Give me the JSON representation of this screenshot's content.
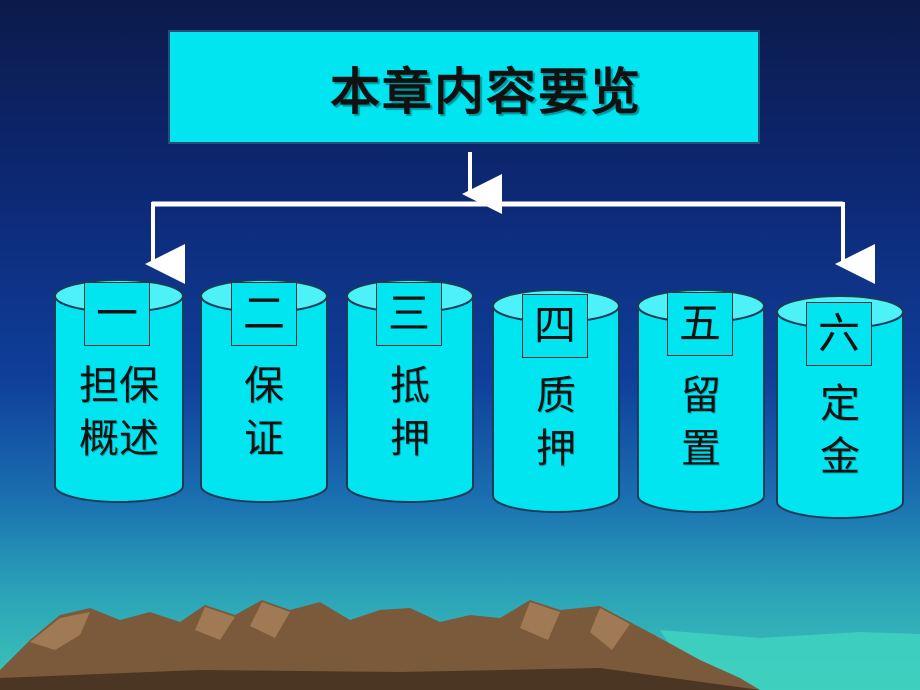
{
  "title": "本章内容要览",
  "items": [
    {
      "number": "一",
      "lines": [
        "担保",
        "概述"
      ]
    },
    {
      "number": "二",
      "lines": [
        "保",
        "证"
      ]
    },
    {
      "number": "三",
      "lines": [
        "抵",
        "押"
      ]
    },
    {
      "number": "四",
      "lines": [
        "质",
        "押"
      ]
    },
    {
      "number": "五",
      "lines": [
        "留",
        "置"
      ]
    },
    {
      "number": "六",
      "lines": [
        "定",
        "金"
      ]
    }
  ],
  "colors": {
    "box_fill": "#00e5f0",
    "arrow": "#ffffff",
    "text": "#111111"
  }
}
